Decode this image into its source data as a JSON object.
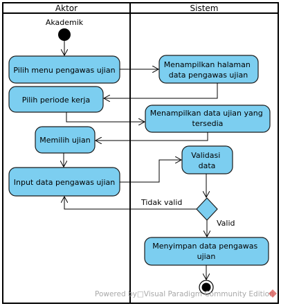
{
  "swimlanes": {
    "actor": "Aktor",
    "system": "Sistem"
  },
  "start_label": "Akademik",
  "activities": {
    "pilih_menu": [
      "Pilih menu pengawas ujian"
    ],
    "tampil_halaman": [
      "Menampilkan halaman",
      "data pengawas ujian"
    ],
    "pilih_periode": [
      "Pilih periode kerja"
    ],
    "tampil_data_ujian": [
      "Menampilkan data ujian yang",
      "tersedia"
    ],
    "memilih_ujian": [
      "Memilih ujian"
    ],
    "validasi": [
      "Validasi",
      "data"
    ],
    "input_data": [
      "Input data pengawas ujian"
    ],
    "menyimpan": [
      "Menyimpan data pengawas",
      "ujian"
    ]
  },
  "guards": {
    "tidak_valid": "Tidak valid",
    "valid": "Valid"
  },
  "watermark": "Powered by□Visual Paradigm Community Edition",
  "colors": {
    "activity_fill": "#7ccef0",
    "watermark": "#a8a8a8"
  }
}
